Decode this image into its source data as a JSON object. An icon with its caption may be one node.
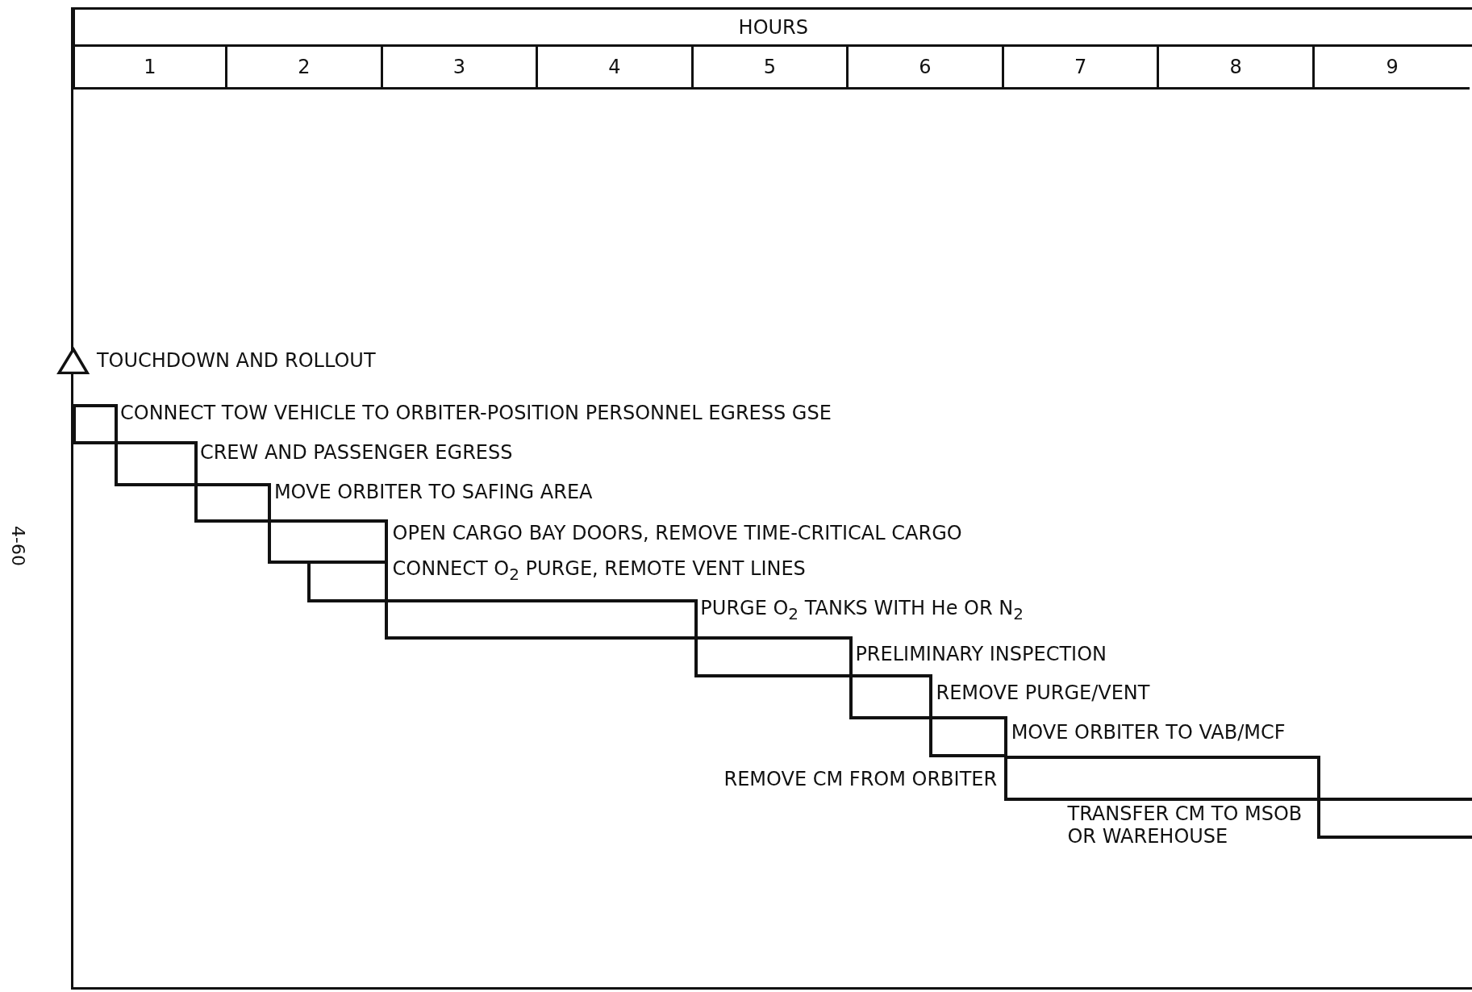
{
  "diagram": {
    "nodes": [
      {
        "text": [
          "TOUCHDOWN AND ROLLOUT"
        ]
      },
      {
        "text": [
          "CONNECT TOW VEHICLE TO ORBITER-POSITION PERSONNEL EGRESS GSE"
        ]
      },
      {
        "text": [
          "CREW AND PASSENGER EGRESS"
        ]
      },
      {
        "text": [
          "MOVE ORBITER TO SAFING AREA"
        ]
      },
      {
        "text": [
          "OPEN CARGO BAY DOORS, REMOVE TIME-CRITICAL CARGO"
        ]
      },
      {
        "text": [
          "CONNECT O$_{2}$ PURGE, REMOTE VENT LINES"
        ]
      },
      {
        "text": [
          "PURGE O$_{2}$ TANKS WITH He OR N$_{2}$"
        ]
      },
      {
        "text": [
          "PRELIMINARY INSPECTION"
        ]
      },
      {
        "text": [
          "REMOVE PURGE/VENT"
        ]
      },
      {
        "text": [
          "MOVE ORBITER TO VAB/MCF"
        ]
      },
      {
        "text": [
          "REMOVE CM FROM ORBITER"
        ]
      },
      {
        "text": [
          "TRANSFER CM TO MSOB OR WAREHOUSE"
        ]
      }
    ],
    "labels": [
      "HOURS",
      "1",
      "2",
      "3",
      "4",
      "5",
      "6",
      "7",
      "8",
      "9",
      "4-60"
    ]
  }
}
